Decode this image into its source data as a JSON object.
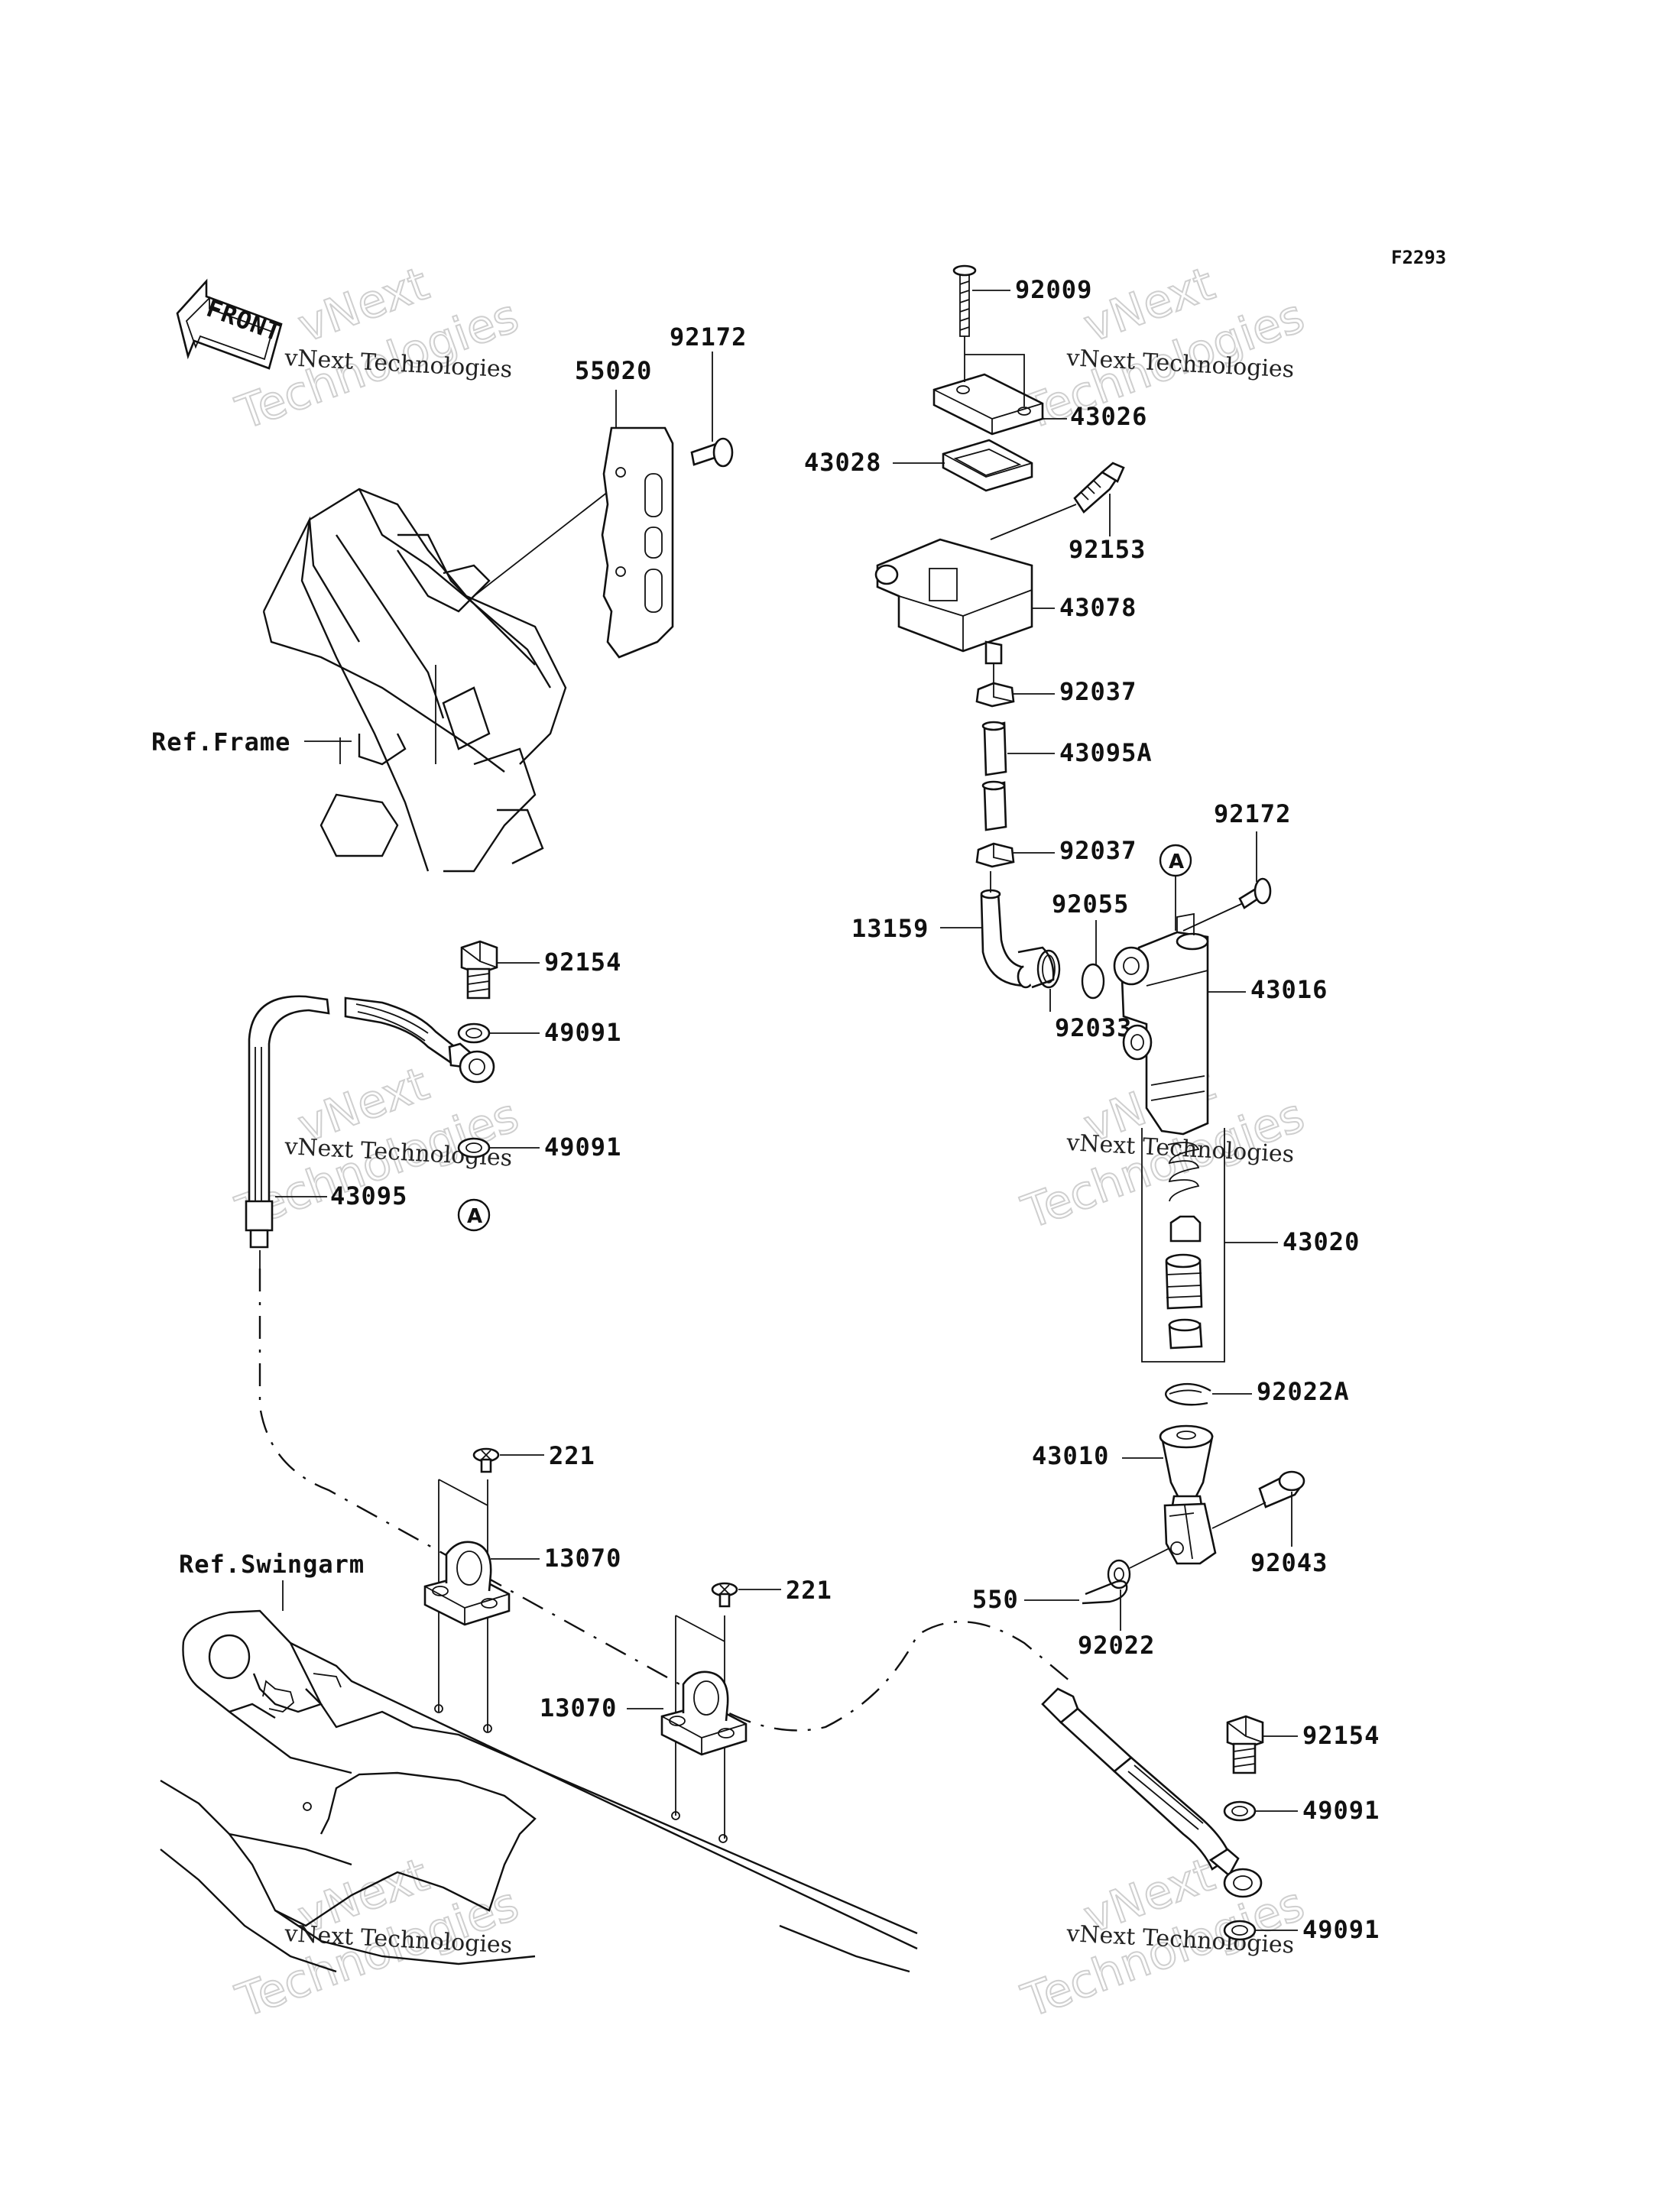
{
  "figure_id": "F2293",
  "front_arrow": "FRONT",
  "watermark": {
    "line1": "vNext Technologies",
    "line2": "vNext",
    "line3": "Technologies"
  },
  "refs": {
    "frame": "Ref.Frame",
    "swingarm": "Ref.Swingarm"
  },
  "callouts": {
    "circle": "A"
  },
  "parts": {
    "p92009": "92009",
    "p43026": "43026",
    "p43028": "43028",
    "p92153": "92153",
    "p43078": "43078",
    "p92037a": "92037",
    "p43095A": "43095A",
    "p92037b": "92037",
    "p92172a": "92172",
    "p55020": "55020",
    "p92172b": "92172",
    "p92055": "92055",
    "p13159": "13159",
    "p43016": "43016",
    "p92033": "92033",
    "p43020": "43020",
    "p92022A": "92022A",
    "p43010": "43010",
    "p92043": "92043",
    "p550": "550",
    "p92022": "92022",
    "p92154a": "92154",
    "p49091a": "49091",
    "p49091b": "49091",
    "p43095": "43095",
    "p221a": "221",
    "p13070a": "13070",
    "p221b": "221",
    "p13070b": "13070",
    "p92154b": "92154",
    "p49091c": "49091",
    "p49091d": "49091"
  }
}
